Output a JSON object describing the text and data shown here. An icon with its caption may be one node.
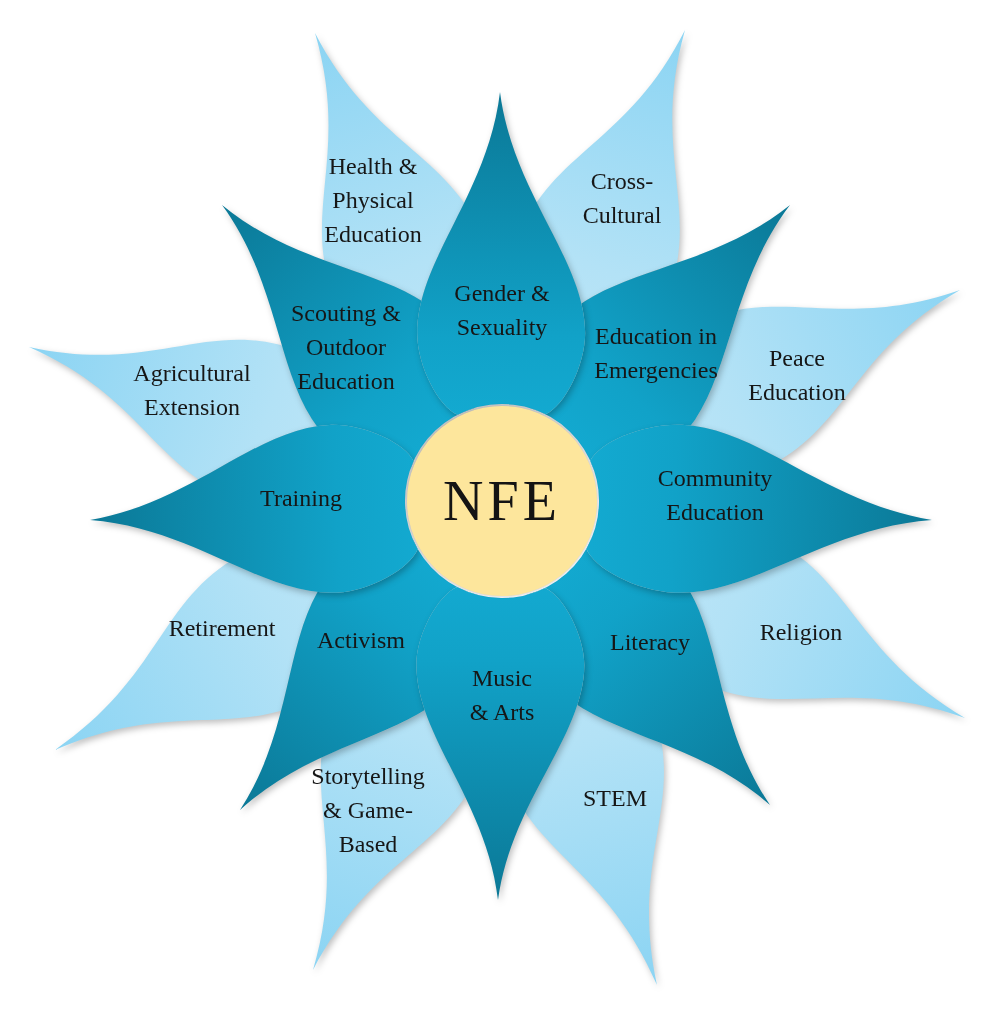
{
  "diagram": {
    "nodes": [
      {
        "text": [
          "NFE"
        ]
      },
      {
        "text": [
          "Gender & Sexuality"
        ]
      },
      {
        "text": [
          "Education in Emergencies"
        ]
      },
      {
        "text": [
          "Community Education"
        ]
      },
      {
        "text": [
          "Literacy"
        ]
      },
      {
        "text": [
          "Music & Arts"
        ]
      },
      {
        "text": [
          "Activism"
        ]
      },
      {
        "text": [
          "Training"
        ]
      },
      {
        "text": [
          "Scouting & Outdoor Education"
        ]
      },
      {
        "text": [
          "Health & Physical Education"
        ]
      },
      {
        "text": [
          "Cross-Cultural"
        ]
      },
      {
        "text": [
          "Peace Education"
        ]
      },
      {
        "text": [
          "Religion"
        ]
      },
      {
        "text": [
          "STEM"
        ]
      },
      {
        "text": [
          "Storytelling & Game-Based"
        ]
      },
      {
        "text": [
          "Retirement"
        ]
      },
      {
        "text": [
          "Agricultural Extension"
        ]
      }
    ]
  }
}
